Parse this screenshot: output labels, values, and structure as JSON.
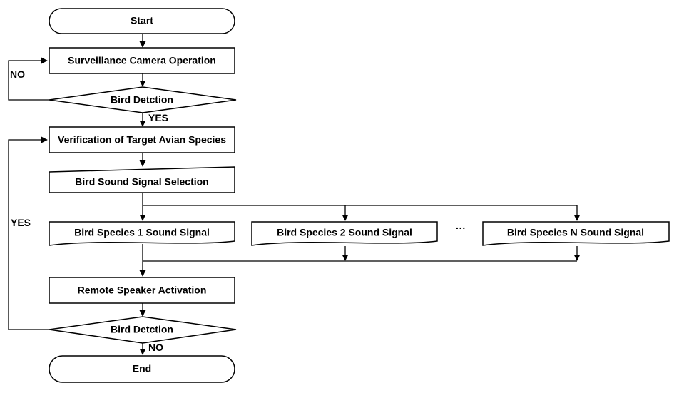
{
  "nodes": {
    "start": "Start",
    "camera": "Surveillance Camera Operation",
    "detect1": "Bird Detction",
    "verify": "Verification of Target Avian Species",
    "select": "Bird Sound Signal Selection",
    "sp1": "Bird Species 1 Sound Signal",
    "sp2": "Bird Species 2 Sound Signal",
    "ellipsis": "···",
    "spn": "Bird Species N Sound Signal",
    "speaker": "Remote Speaker Activation",
    "detect2": "Bird Detction",
    "end": "End"
  },
  "edges": {
    "no_loop": "NO",
    "yes_down": "YES",
    "yes_loop": "YES",
    "no_down": "NO"
  }
}
